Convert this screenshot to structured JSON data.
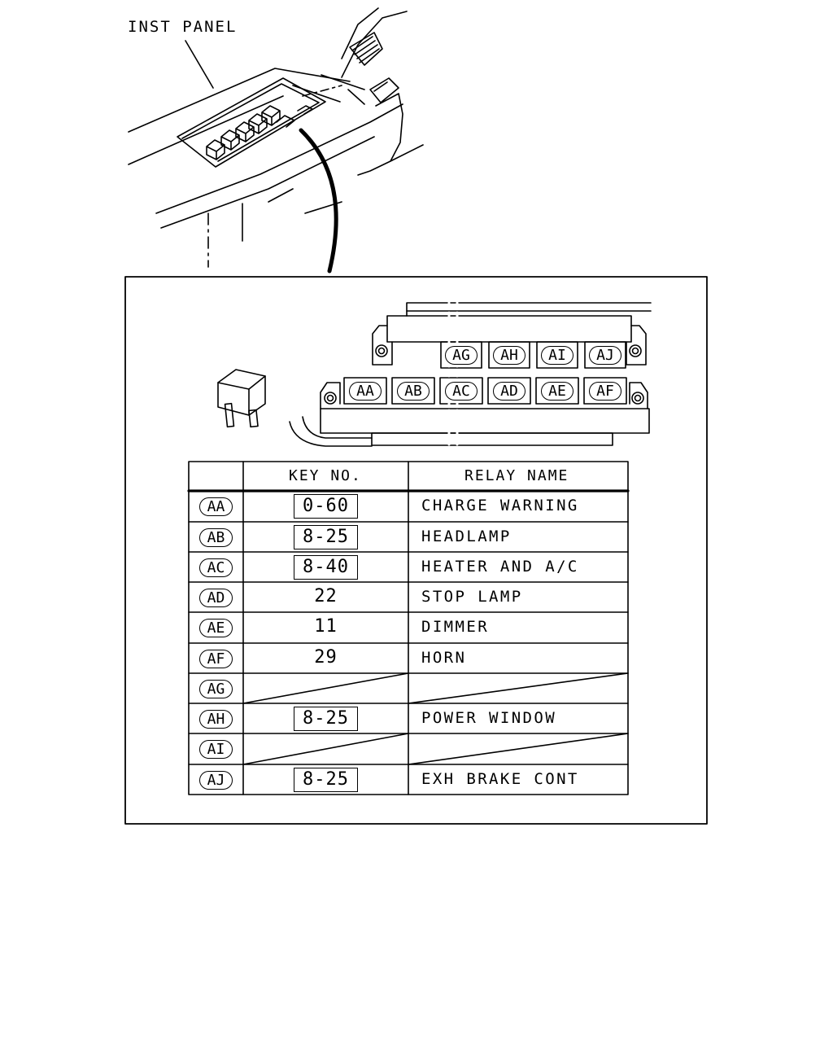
{
  "callout_label": "INST PANEL",
  "table": {
    "headers": {
      "id": "",
      "key": "KEY NO.",
      "name": "RELAY NAME"
    },
    "rows": [
      {
        "id": "AA",
        "key": "0-60",
        "boxed": true,
        "name": "CHARGE WARNING"
      },
      {
        "id": "AB",
        "key": "8-25",
        "boxed": true,
        "name": "HEADLAMP"
      },
      {
        "id": "AC",
        "key": "8-40",
        "boxed": true,
        "name": "HEATER AND A/C"
      },
      {
        "id": "AD",
        "key": "22",
        "boxed": false,
        "name": "STOP LAMP"
      },
      {
        "id": "AE",
        "key": "11",
        "boxed": false,
        "name": "DIMMER"
      },
      {
        "id": "AF",
        "key": "29",
        "boxed": false,
        "name": "HORN"
      },
      {
        "id": "AG",
        "key": "",
        "boxed": false,
        "name": "",
        "empty": true
      },
      {
        "id": "AH",
        "key": "8-25",
        "boxed": true,
        "name": "POWER WINDOW"
      },
      {
        "id": "AI",
        "key": "",
        "boxed": false,
        "name": "",
        "empty": true
      },
      {
        "id": "AJ",
        "key": "8-25",
        "boxed": true,
        "name": "EXH BRAKE CONT"
      }
    ]
  },
  "relay_block": {
    "top_row": [
      "AG",
      "AH",
      "AI",
      "AJ"
    ],
    "bottom_row": [
      "AA",
      "AB",
      "AC",
      "AD",
      "AE",
      "AF"
    ]
  }
}
